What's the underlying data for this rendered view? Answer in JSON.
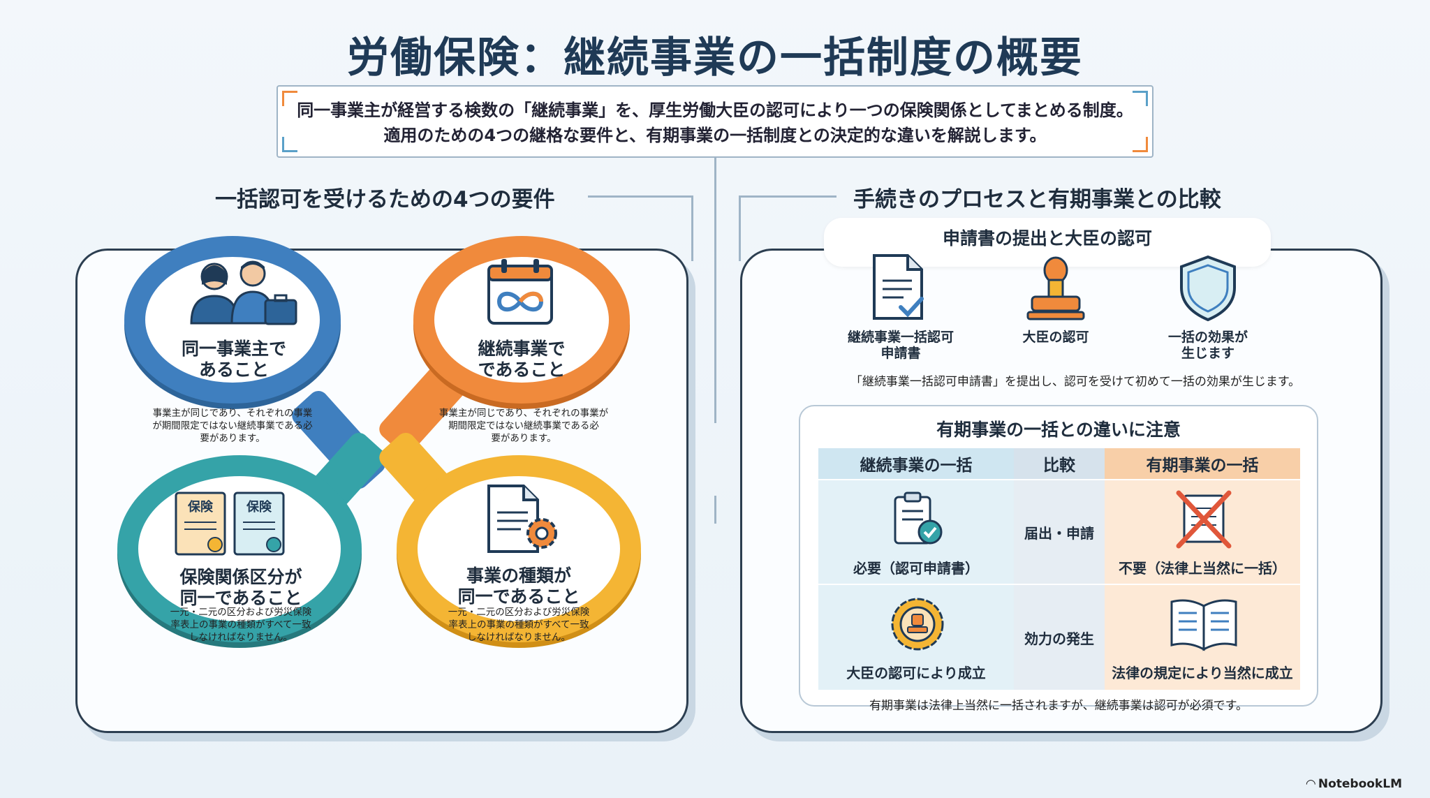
{
  "title": "労働保険：継続事業の一括制度の概要",
  "intro": {
    "line1": "同一事業主が経営する検数の「継続事業」を、厚生労働大臣の認可により一つの保険関係としてまとめる制度。",
    "line2": "適用のための4つの継格な要件と、有期事業の一括制度との決定的な違いを解説します。"
  },
  "left": {
    "heading": "一括認可を受けるための4つの要件",
    "requirements": [
      {
        "label_l1": "同一事業主で",
        "label_l2": "あること",
        "desc_l1": "事業主が同じであり、それぞれの事業",
        "desc_l2": "が期間限定ではない継続事業である必",
        "desc_l3": "要があります。",
        "color": "#3f7fbf",
        "icon": "people-icon"
      },
      {
        "label_l1": "継続事業で",
        "label_l2": "であること",
        "desc_l1": "事業主が同じであり、それぞれの事業が",
        "desc_l2": "期間限定ではない継続事業である必",
        "desc_l3": "要があります。",
        "color": "#f08a3c",
        "icon": "infinity-calendar-icon"
      },
      {
        "label_l1": "保険関係区分が",
        "label_l2": "同一であること",
        "desc_l1": "一元・二元の区分および労災保険",
        "desc_l2": "率表上の事業の種類がすべて一致",
        "desc_l3": "しなければなりません。",
        "color": "#35a3a8",
        "icon": "certificate-icon",
        "cert_text": "保険"
      },
      {
        "label_l1": "事業の種類が",
        "label_l2": "同一であること",
        "desc_l1": "一元・二元の区分および労災保険",
        "desc_l2": "率表上の事業の種類がすべて一致",
        "desc_l3": "しなければなりません。",
        "color": "#f4b534",
        "icon": "document-gear-icon"
      }
    ]
  },
  "right": {
    "heading": "手続きのプロセスと有期事業との比較",
    "process": {
      "title": "申請書の提出と大臣の認可",
      "steps": [
        {
          "l1": "継続事業一括認可",
          "l2": "申請書",
          "icon": "application-document-icon"
        },
        {
          "l1": "大臣の認可",
          "l2": "",
          "icon": "stamp-icon"
        },
        {
          "l1": "一括の効果が",
          "l2": "生じます",
          "icon": "shield-icon"
        }
      ],
      "note": "「継続事業一括認可申請書」を提出し、認可を受けて初めて一括の効果が生じます。"
    },
    "comparison": {
      "title": "有期事業の一括との違いに注意",
      "headers": {
        "left": "継続事業の一括",
        "middle": "比較",
        "right": "有期事業の一括"
      },
      "rows": [
        {
          "middle": "届出・申請",
          "left": "必要（認可申請書）",
          "right": "不要（法律上当然に一括）",
          "left_icon": "clipboard-check-icon",
          "right_icon": "crossed-document-icon"
        },
        {
          "middle": "効力の発生",
          "left": "大臣の認可により成立",
          "right": "法律の規定により当然に成立",
          "left_icon": "seal-badge-icon",
          "right_icon": "open-book-icon"
        }
      ],
      "note": "有期事業は法律上当然に一括されますが、継続事業は認可が必須です。"
    }
  },
  "brand": "NotebookLM",
  "colors": {
    "blue": "#3f7fbf",
    "orange": "#f08a3c",
    "teal": "#35a3a8",
    "yellow": "#f4b534",
    "navy": "#1f3a56"
  }
}
